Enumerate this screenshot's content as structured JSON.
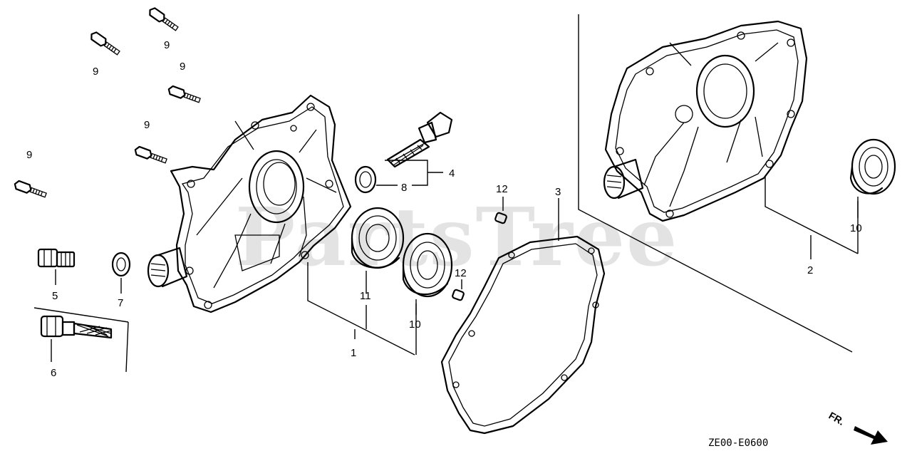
{
  "watermark": "PartsTree",
  "diagram_code": "ZE00-E0600",
  "direction_label": "FR.",
  "callouts": {
    "c1": "1",
    "c2": "2",
    "c3": "3",
    "c4": "4",
    "c5": "5",
    "c6": "6",
    "c7": "7",
    "c8": "8",
    "c9a": "9",
    "c9b": "9",
    "c9c": "9",
    "c9d": "9",
    "c9e": "9",
    "c10a": "10",
    "c10b": "10",
    "c11": "11",
    "c12a": "12",
    "c12b": "12"
  }
}
